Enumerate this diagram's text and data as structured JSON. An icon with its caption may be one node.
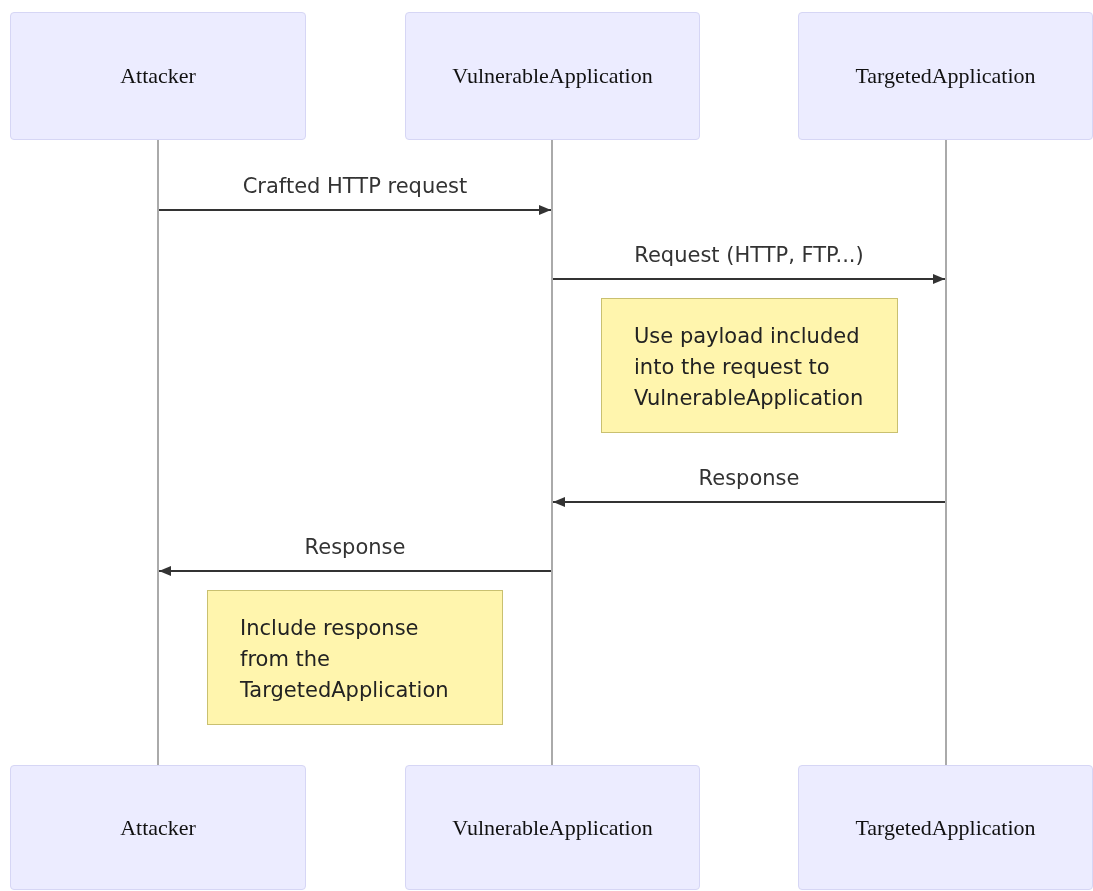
{
  "diagram": {
    "nodes": [
      {
        "text": [
          "Attacker"
        ]
      },
      {
        "text": [
          "VulnerableApplication"
        ]
      },
      {
        "text": [
          "TargetedApplication"
        ]
      },
      {
        "text": [],
        "shape": "bar"
      },
      {
        "text": [],
        "shape": "bar"
      },
      {
        "text": [],
        "shape": "bar"
      },
      {
        "text": [
          "Use payload included into the request to VulnerableApplication"
        ]
      },
      {
        "text": [
          "Include response from the TargetedApplication"
        ]
      },
      {
        "text": [
          "Attacker"
        ]
      },
      {
        "text": [
          "VulnerableApplication"
        ]
      },
      {
        "text": [
          "TargetedApplication"
        ]
      }
    ],
    "edges": [
      {
        "from": 3,
        "to": 4,
        "arrow": "to",
        "label": "Crafted HTTP request"
      },
      {
        "from": 4,
        "to": 5,
        "arrow": "to",
        "label": "Request (HTTP, FTP...)"
      },
      {
        "from": 5,
        "to": 4,
        "arrow": "to",
        "label": "Response"
      },
      {
        "from": 4,
        "to": 3,
        "arrow": "to",
        "label": "Response"
      }
    ]
  }
}
